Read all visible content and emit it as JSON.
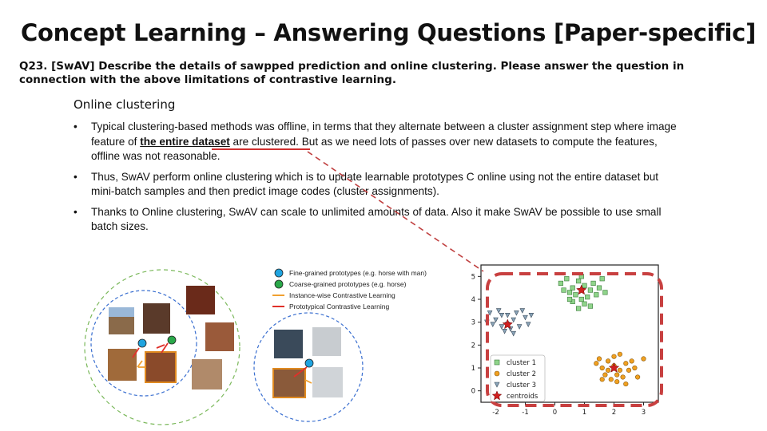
{
  "slide": {
    "title": "Concept Learning – Answering Questions [Paper-specific]",
    "question": "Q23. [SwAV] Describe the details of sawpped prediction and online clustering. Please answer the question in connection with the above  limitations of contrastive learning.",
    "section_heading": "Online clustering",
    "bullets": [
      {
        "pre": "Typical clustering-based methods was offline, in terms that they alternate between a cluster assignment step where image feature of ",
        "highlight": "the entire dataset",
        "post": " are clustered. But as we need lots of passes over new datasets to compute the features, offline was not reasonable."
      },
      {
        "text": "Thus, SwAV perform online clustering which is to update learnable prototypes C online using not the entire dataset but mini-batch samples and then predict image codes (cluster assignments)."
      },
      {
        "text": "Thanks to Online clustering, SwAV can scale to unlimited amounts of data. Also it make SwAV be possible to use small batch sizes."
      }
    ],
    "bullet_symbol": "•"
  },
  "prototype_figure": {
    "legend": [
      {
        "label": "Fine-grained prototypes (e.g. horse with man)",
        "color": "#1fa4e0"
      },
      {
        "label": "Coarse-grained prototypes (e.g. horse)",
        "color": "#2aa84a"
      },
      {
        "label": "Instance-wise Contrastive Learning",
        "color": "#f0a030"
      },
      {
        "label": "Prototypical Contrastive Learning",
        "color": "#e0302a"
      }
    ],
    "image_icons": [
      "horse-photo",
      "eagle-photo"
    ]
  },
  "chart_data": {
    "type": "scatter",
    "title": "",
    "xlabel": "",
    "ylabel": "",
    "xlim": [
      -2.5,
      3.5
    ],
    "ylim": [
      -0.5,
      5.5
    ],
    "xticks": [
      "-2",
      "-1",
      "0",
      "1",
      "2",
      "3"
    ],
    "yticks": [
      "0",
      "1",
      "2",
      "3",
      "4",
      "5"
    ],
    "legend_position": "bottom-left",
    "series": [
      {
        "name": "cluster 1",
        "marker": "square",
        "color": "#8fd48a",
        "points": [
          [
            0.2,
            4.7
          ],
          [
            0.4,
            4.9
          ],
          [
            0.6,
            4.5
          ],
          [
            0.8,
            4.8
          ],
          [
            1.0,
            4.6
          ],
          [
            1.2,
            4.4
          ],
          [
            0.7,
            4.2
          ],
          [
            0.9,
            4.0
          ],
          [
            1.1,
            4.1
          ],
          [
            0.5,
            4.3
          ],
          [
            1.3,
            4.7
          ],
          [
            1.5,
            4.5
          ],
          [
            0.6,
            3.9
          ],
          [
            0.8,
            3.6
          ],
          [
            1.0,
            3.8
          ],
          [
            1.4,
            4.2
          ],
          [
            0.3,
            4.4
          ],
          [
            1.6,
            4.9
          ],
          [
            1.7,
            4.3
          ],
          [
            0.9,
            5.0
          ],
          [
            1.2,
            3.7
          ],
          [
            0.5,
            4.0
          ]
        ]
      },
      {
        "name": "cluster 2",
        "marker": "circle",
        "color": "#f0a020",
        "points": [
          [
            1.4,
            1.2
          ],
          [
            1.6,
            1.0
          ],
          [
            1.8,
            1.3
          ],
          [
            2.0,
            1.1
          ],
          [
            2.2,
            0.9
          ],
          [
            2.4,
            1.2
          ],
          [
            1.7,
            0.7
          ],
          [
            1.9,
            0.5
          ],
          [
            2.1,
            0.4
          ],
          [
            2.3,
            0.6
          ],
          [
            2.5,
            0.9
          ],
          [
            1.5,
            1.4
          ],
          [
            2.0,
            1.5
          ],
          [
            2.6,
            1.3
          ],
          [
            2.2,
            1.6
          ],
          [
            1.8,
            0.9
          ],
          [
            2.4,
            0.3
          ],
          [
            2.7,
            1.0
          ],
          [
            3.0,
            1.4
          ],
          [
            2.1,
            0.7
          ],
          [
            1.6,
            0.5
          ],
          [
            2.8,
            0.6
          ]
        ]
      },
      {
        "name": "cluster 3",
        "marker": "triangle",
        "color": "#8aa4b8",
        "points": [
          [
            -2.2,
            3.4
          ],
          [
            -2.0,
            3.1
          ],
          [
            -1.8,
            3.3
          ],
          [
            -1.6,
            2.9
          ],
          [
            -1.4,
            3.1
          ],
          [
            -1.2,
            2.8
          ],
          [
            -1.0,
            3.2
          ],
          [
            -1.7,
            2.6
          ],
          [
            -1.5,
            2.7
          ],
          [
            -1.3,
            3.4
          ],
          [
            -2.1,
            2.9
          ],
          [
            -0.9,
            2.9
          ],
          [
            -1.9,
            3.5
          ],
          [
            -1.6,
            3.3
          ],
          [
            -1.1,
            3.5
          ],
          [
            -2.3,
            3.0
          ],
          [
            -1.4,
            2.5
          ],
          [
            -0.8,
            3.3
          ],
          [
            -1.8,
            2.8
          ]
        ]
      },
      {
        "name": "centroids",
        "marker": "star",
        "color": "#d02020",
        "points": [
          [
            0.9,
            4.4
          ],
          [
            2.0,
            1.0
          ],
          [
            -1.6,
            2.9
          ]
        ]
      }
    ]
  }
}
